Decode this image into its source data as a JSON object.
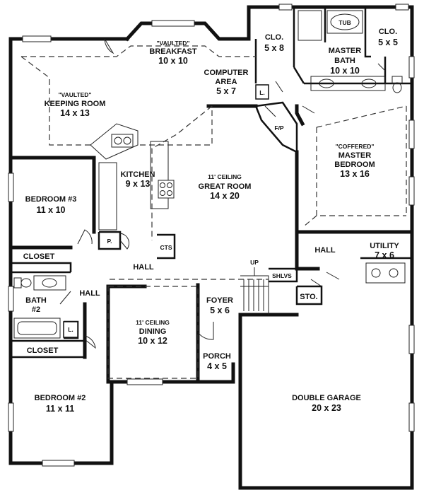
{
  "rooms": {
    "breakfast": {
      "note": "\"VAULTED\"",
      "name": "BREAKFAST",
      "size": "10 x 10"
    },
    "computer": {
      "name": "COMPUTER",
      "line2": "AREA",
      "size": "5 x 7"
    },
    "keeping": {
      "note": "\"VAULTED\"",
      "name": "KEEPING ROOM",
      "size": "14 x 13"
    },
    "clo_left": {
      "name": "CLO.",
      "size": "5 x 8"
    },
    "clo_right": {
      "name": "CLO.",
      "size": "5 x 5"
    },
    "tub": "TUB",
    "master_bath": {
      "name": "MASTER",
      "line2": "BATH",
      "size": "10 x 10"
    },
    "linen_l": "L.",
    "fp": "F/P",
    "master_bed": {
      "note": "\"COFFERED\"",
      "name": "MASTER",
      "line2": "BEDROOM",
      "size": "13 x 16"
    },
    "kitchen": {
      "name": "KITCHEN",
      "size": "9 x 13"
    },
    "great_room": {
      "note": "11' CEILING",
      "name": "GREAT ROOM",
      "size": "14 x 20"
    },
    "bedroom3": {
      "name": "BEDROOM #3",
      "size": "11 x 10"
    },
    "pantry": "P.",
    "cts": "CTS",
    "closet_upper": "CLOSET",
    "hall_center": "HALL",
    "hall_right": "HALL",
    "utility": {
      "name": "UTILITY",
      "size": "7 x 6"
    },
    "up": "UP",
    "shlvs": "SHLVS",
    "hall_left": "HALL",
    "bath2": {
      "name": "BATH",
      "line2": "#2"
    },
    "linen_l2": "L.",
    "foyer": {
      "name": "FOYER",
      "size": "5 x 6"
    },
    "sto": "STO.",
    "dining": {
      "note": "11' CEILING",
      "name": "DINING",
      "size": "10 x 12"
    },
    "closet_lower": "CLOSET",
    "porch": {
      "name": "PORCH",
      "size": "4 x 5"
    },
    "garage": {
      "name": "DOUBLE GARAGE",
      "size": "20 x 23"
    },
    "bedroom2": {
      "name": "BEDROOM #2",
      "size": "11 x 11"
    }
  }
}
